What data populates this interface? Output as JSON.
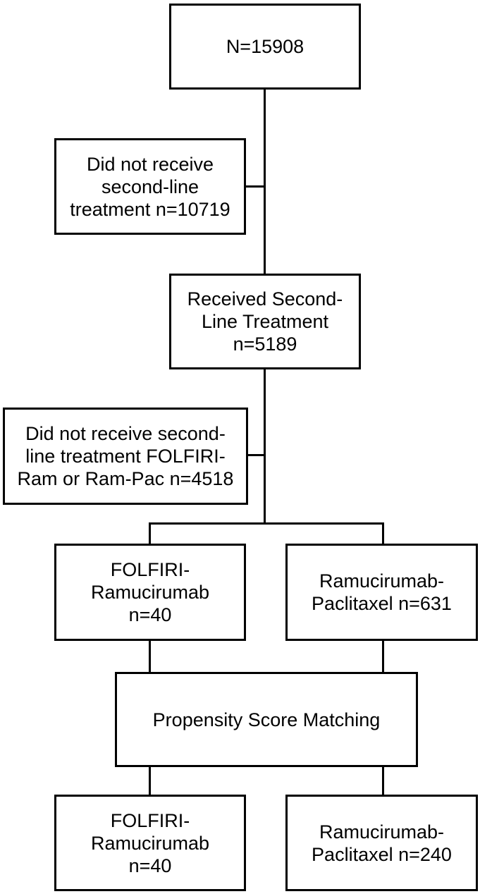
{
  "nodes": {
    "total": {
      "lines": [
        "N=15908"
      ]
    },
    "no_second_line": {
      "lines": [
        "Did not receive",
        "second-line",
        "treatment n=10719"
      ]
    },
    "second_line": {
      "lines": [
        "Received Second-",
        "Line Treatment",
        "n=5189"
      ]
    },
    "no_folfiri_rampac": {
      "lines": [
        "Did not receive second-",
        "line treatment FOLFIRI-",
        "Ram or Ram-Pac n=4518"
      ]
    },
    "folfiri_ram_pre": {
      "lines": [
        "FOLFIRI-",
        "Ramucirumab",
        "n=40"
      ]
    },
    "ram_pac_pre": {
      "lines": [
        "Ramucirumab-",
        "Paclitaxel n=631"
      ]
    },
    "psm": {
      "lines": [
        "Propensity Score Matching"
      ]
    },
    "folfiri_ram_post": {
      "lines": [
        "FOLFIRI-",
        "Ramucirumab",
        "n=40"
      ]
    },
    "ram_pac_post": {
      "lines": [
        "Ramucirumab-",
        "Paclitaxel n=240"
      ]
    }
  }
}
